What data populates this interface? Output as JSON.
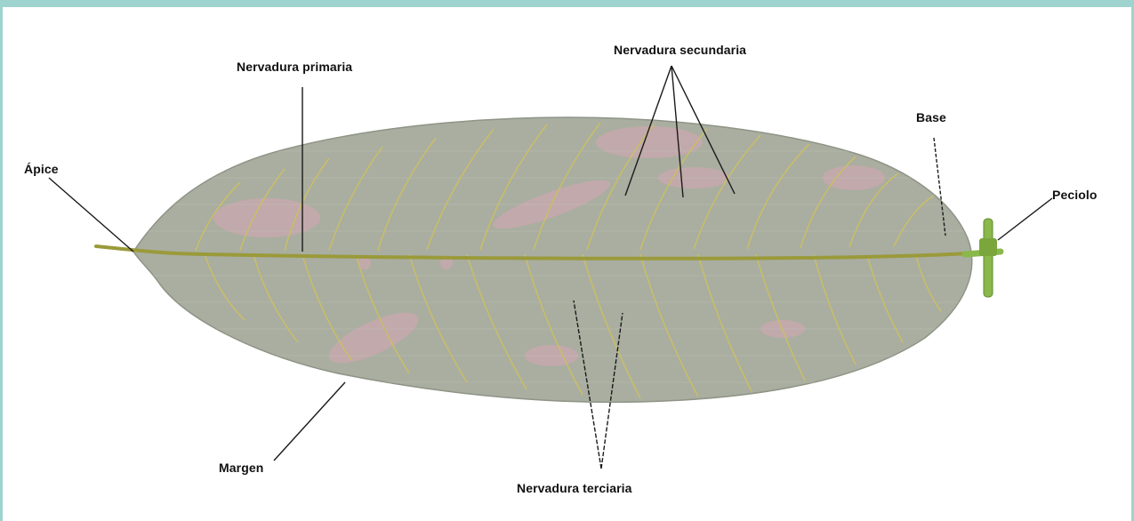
{
  "colors": {
    "frame_accent": "#9fd3cf",
    "leaf_fill": "#a9aea0",
    "leaf_vein": "#c9bd6a",
    "midrib": "#9a9a3a",
    "petiole": "#8ab84a",
    "pink_blotch": "#d8a6b4",
    "leader_line": "#1a1a1a"
  },
  "labels": {
    "apice": "Ápice",
    "nervadura_primaria": "Nervadura primaria",
    "nervadura_secundaria": "Nervadura secundaria",
    "base": "Base",
    "peciolo": "Peciolo",
    "margen": "Margen",
    "nervadura_terciaria": "Nervadura terciaria"
  }
}
